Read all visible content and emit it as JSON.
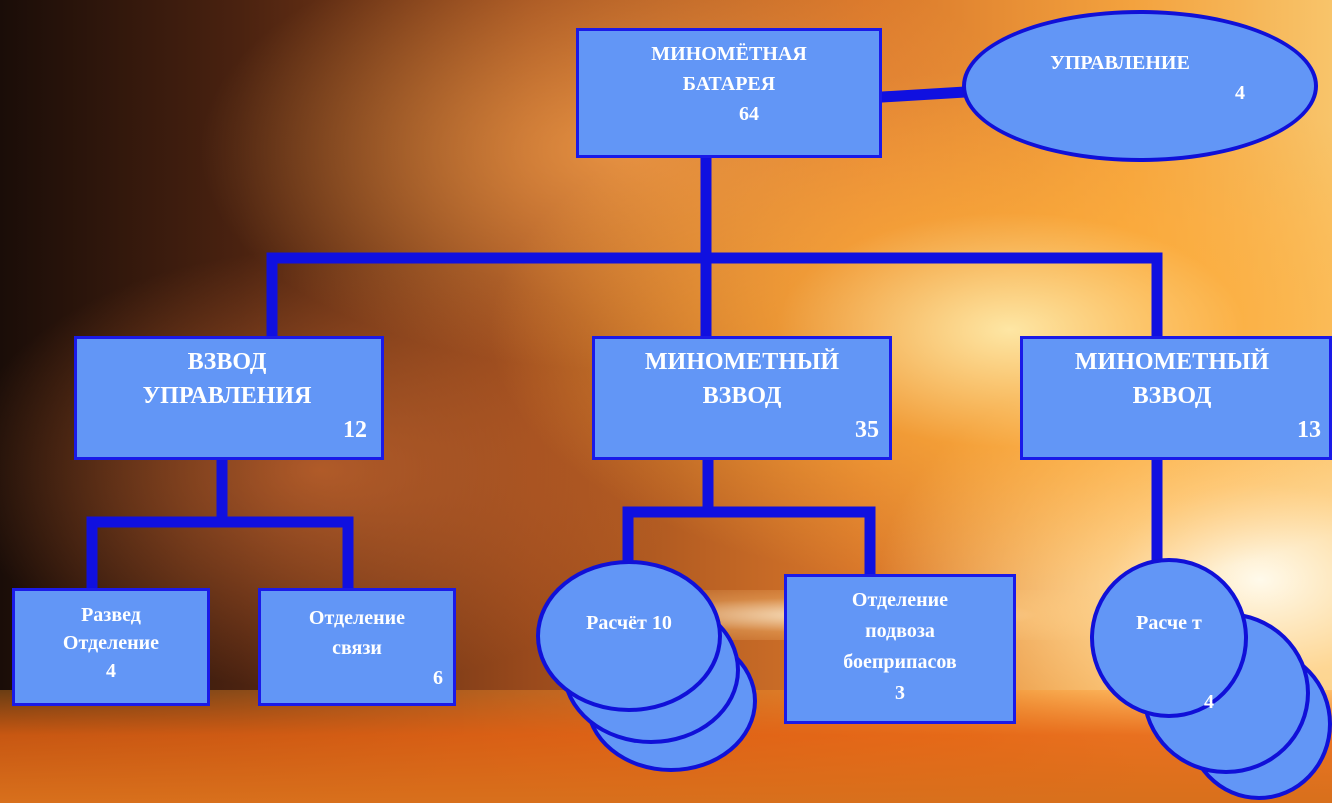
{
  "nodes": {
    "battery": {
      "title_line1": "МИНОМЁТНАЯ",
      "title_line2": "БАТАРЕЯ",
      "count": "64"
    },
    "management": {
      "title": "УПРАВЛЕНИЕ",
      "count": "4"
    },
    "control_platoon": {
      "title_line1": "ВЗВОД",
      "title_line2": "УПРАВЛЕНИЯ",
      "count": "12"
    },
    "mortar_platoon_1": {
      "title_line1": "МИНОМЕТНЫЙ",
      "title_line2": "ВЗВОД",
      "count": "35"
    },
    "mortar_platoon_2": {
      "title_line1": "МИНОМЕТНЫЙ",
      "title_line2": "ВЗВОД",
      "count": "13"
    },
    "recon_squad": {
      "title_line1": "Развед",
      "title_line2": "Отделение",
      "count": "4"
    },
    "comm_squad": {
      "title_line1": "Отделение",
      "title_line2": "связи",
      "count": "6"
    },
    "crew_1": {
      "title": "Расчёт",
      "count": "10"
    },
    "ammo_squad": {
      "title_line1": "Отделение",
      "title_line2": "подвоза",
      "title_line3": "боеприпасов",
      "count": "3"
    },
    "crew_2": {
      "title_line1": "Расче",
      "title_line2": "т",
      "count": "4"
    }
  },
  "colors": {
    "box_fill": "#6296f6",
    "box_border": "#1a1ae8",
    "connector": "#1010e0",
    "text": "#ffffff"
  }
}
